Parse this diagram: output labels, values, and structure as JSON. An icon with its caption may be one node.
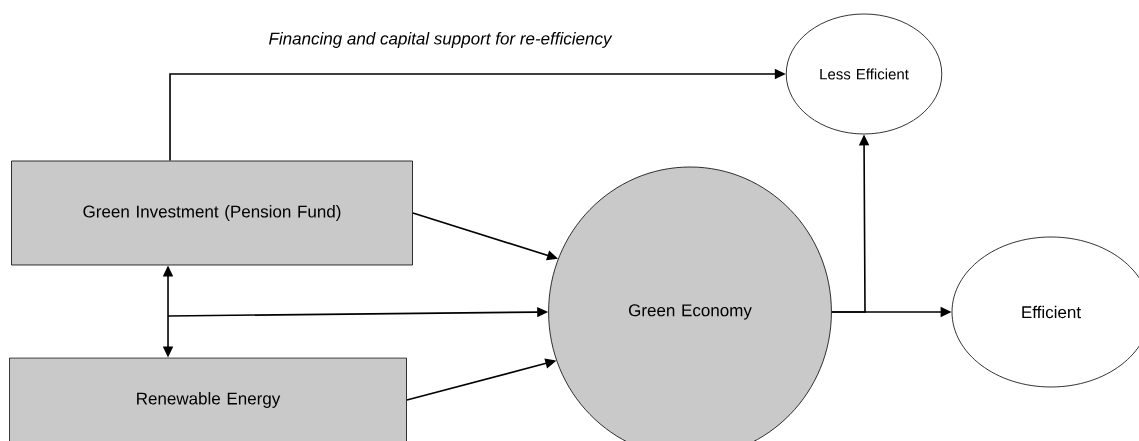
{
  "diagram": {
    "nodes": [
      {
        "text": [
          "Green Investment (Pension Fund)"
        ]
      },
      {
        "text": [
          "Renewable Energy"
        ]
      },
      {
        "text": [
          "Green Economy"
        ]
      },
      {
        "text": [
          "Less Efficient"
        ]
      },
      {
        "text": [
          "Efficient"
        ]
      }
    ],
    "edges": [
      {
        "from": 0,
        "to": 3,
        "arrow": "to",
        "label": "Financing and capital support for re-efficiency"
      },
      {
        "from": 0,
        "to": 2,
        "arrow": "to"
      },
      {
        "from": 0,
        "to": 1,
        "arrow": "both"
      },
      {
        "from": null,
        "to": 2,
        "arrow": "to"
      },
      {
        "from": 1,
        "to": 2,
        "arrow": "to"
      },
      {
        "from": 2,
        "to": 4,
        "arrow": "to"
      },
      {
        "from": 2,
        "to": 3,
        "arrow": "to"
      }
    ]
  }
}
